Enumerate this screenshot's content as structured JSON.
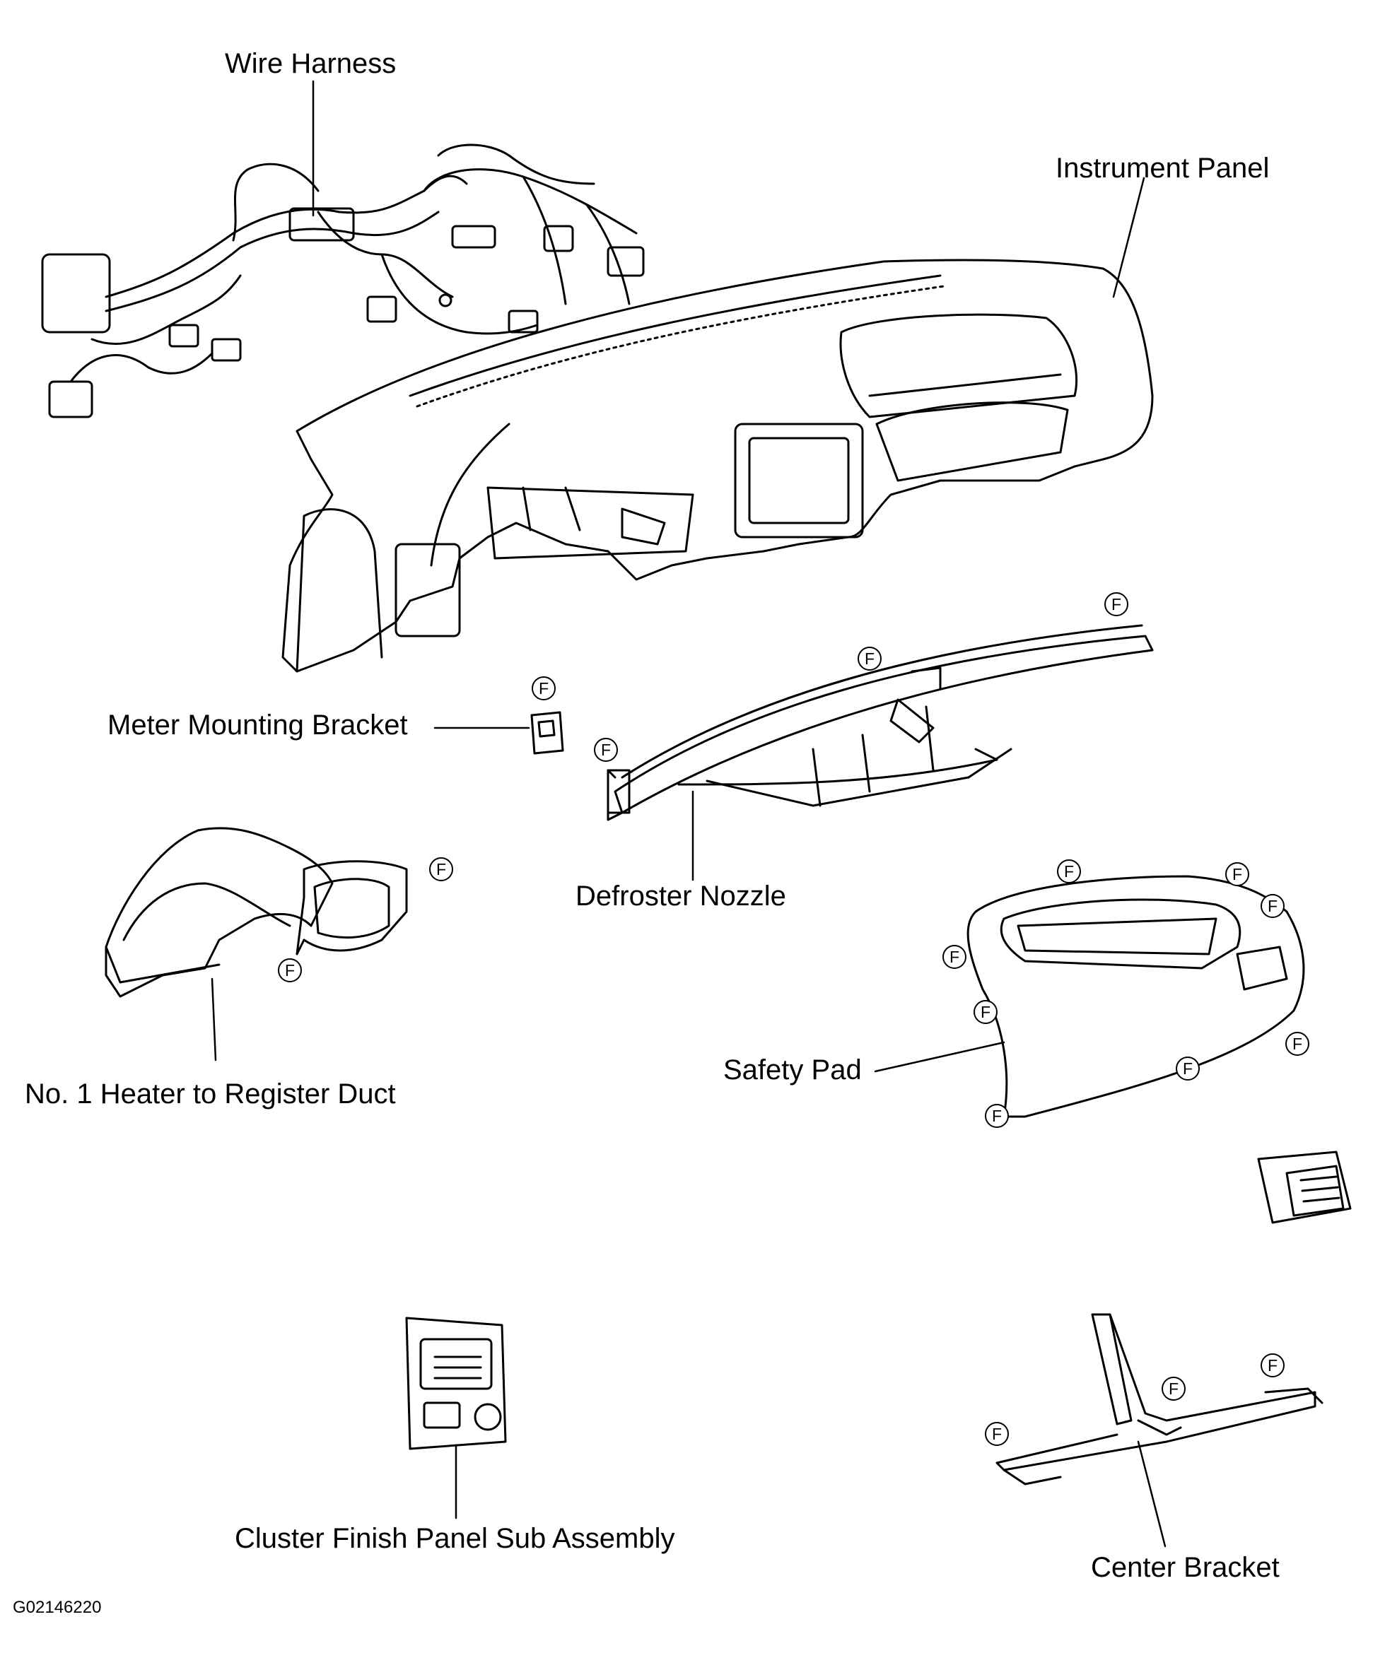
{
  "labels": {
    "wire_harness": "Wire Harness",
    "instrument_panel": "Instrument Panel",
    "meter_mounting_bracket": "Meter Mounting Bracket",
    "defroster_nozzle": "Defroster Nozzle",
    "heater_duct": "No. 1 Heater to Register Duct",
    "safety_pad": "Safety Pad",
    "cluster_finish_panel": "Cluster Finish Panel Sub Assembly",
    "center_bracket": "Center Bracket"
  },
  "fastener_mark": "F",
  "figure_code": "G02146220"
}
